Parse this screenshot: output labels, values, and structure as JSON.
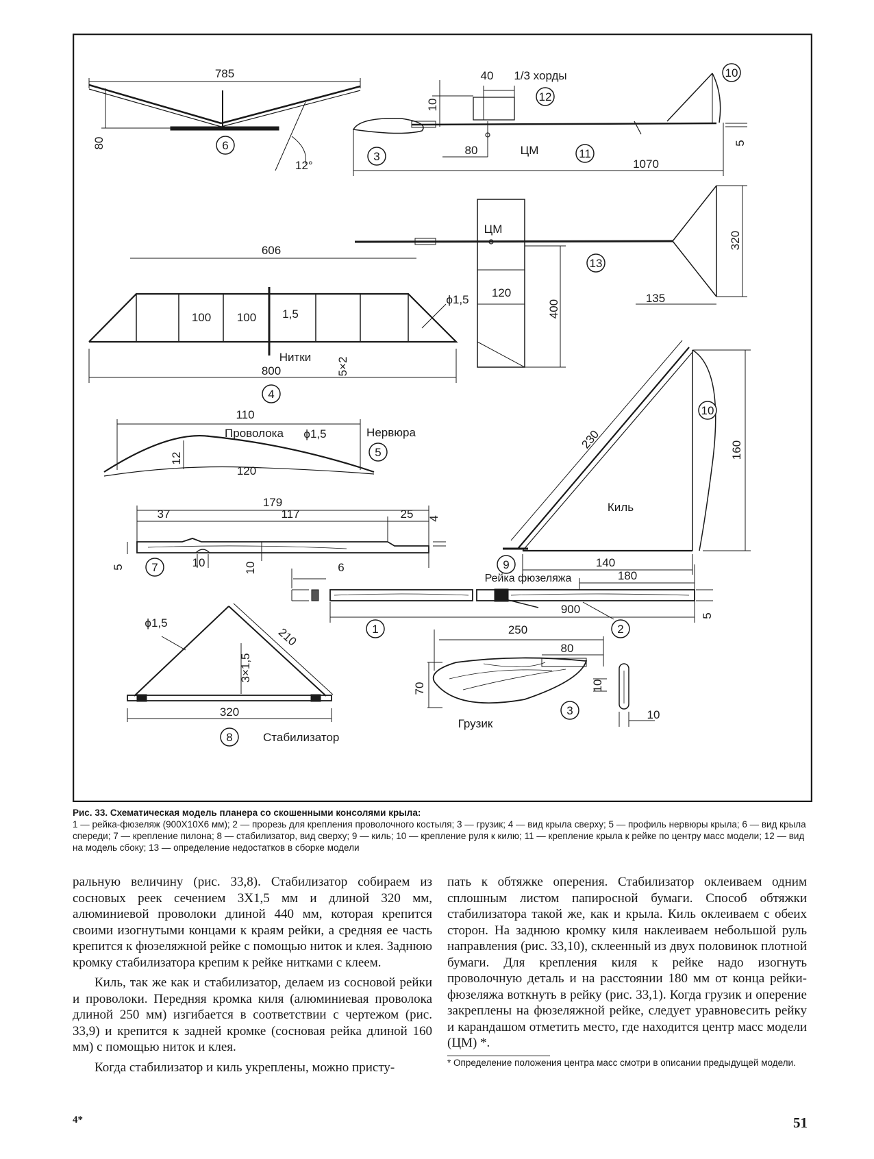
{
  "figure": {
    "top_view_labels": {
      "span": "785",
      "height": "80",
      "angle": "12°",
      "num6": "6"
    },
    "side_view_labels": {
      "d40": "40",
      "third_chord": "1/3 хорды",
      "d10": "10",
      "d80": "80",
      "cm": "ЦМ",
      "len": "1070",
      "d5": "5",
      "n3": "3",
      "n10": "10",
      "n11": "11",
      "n12": "12"
    },
    "cg_view_labels": {
      "cm": "ЦМ",
      "d120": "120",
      "d400": "400",
      "d320": "320",
      "d135": "135",
      "n13": "13"
    },
    "wing_top_labels": {
      "d606": "606",
      "d100a": "100",
      "d100b": "100",
      "d15": "1,5",
      "phi15": "ϕ1,5",
      "threads": "Нитки",
      "d5x2": "5×2",
      "d800": "800",
      "n4": "4"
    },
    "rib_labels": {
      "d110": "110",
      "wire": "Проволока",
      "phi15": "ϕ1,5",
      "rib": "Нервюра",
      "d12": "12",
      "d120": "120",
      "n5": "5"
    },
    "pylon_labels": {
      "d179": "179",
      "d37": "37",
      "d117": "117",
      "d25": "25",
      "d4": "4",
      "d5": "5",
      "d10a": "10",
      "d10b": "10",
      "n7": "7"
    },
    "fin_labels": {
      "d230": "230",
      "d160": "160",
      "keel": "Киль",
      "d140": "140",
      "n9": "9",
      "n10": "10"
    },
    "fuselage_labels": {
      "d6": "6",
      "fus_rail": "Рейка фюзеляжа",
      "d180": "180",
      "d900": "900",
      "d5": "5",
      "n1": "1",
      "n2": "2"
    },
    "stab_labels": {
      "phi15": "ϕ1,5",
      "d210": "210",
      "d3x15": "3×1,5",
      "d320": "320",
      "n8": "8",
      "stab": "Стабилизатор"
    },
    "weight_labels": {
      "d250": "250",
      "d80": "80",
      "d70": "70",
      "d10a": "10",
      "d10b": "10",
      "weight": "Грузик",
      "n3": "3"
    }
  },
  "caption": {
    "title": "Рис. 33. Схематическая модель планера со скошенными консолями крыла:",
    "body": "1 — рейка-фюзеляж (900Х10Х6 мм); 2 — прорезь для крепления проволочного костыля; 3 — грузик; 4 — вид крыла сверху; 5 — профиль нервюры крыла; 6 — вид крыла спереди; 7 — крепление пилона; 8 — стабилизатор, вид сверху; 9 — киль; 10 — крепление руля к килю; 11 — крепление крыла к рейке по центру масс модели; 12 — вид на модель сбоку; 13 — определение недостатков в сборке модели"
  },
  "left_column": {
    "p1": "ральную величину (рис. 33,8). Стабилизатор собираем из сосновых реек сечением 3Х1,5 мм и длиной 320 мм, алюминиевой проволоки длиной 440 мм, которая крепится своими изогнутыми концами к краям рейки, а средняя ее часть крепится к фюзеляжной рейке с помощью ниток и клея. Заднюю кромку стабилизатора крепим к рейке нитками с клеем.",
    "p2": "Киль, так же как и стабилизатор, делаем из сосновой рейки и проволоки. Передняя кромка киля (алюминиевая проволока длиной 250 мм) изгибается в соответствии с чертежом (рис. 33,9) и крепится к задней кромке (сосновая рейка длиной 160 мм) с помощью ниток и клея.",
    "p3": "Когда стабилизатор и киль укреплены, можно присту-"
  },
  "right_column": {
    "p1": "пать к обтяжке оперения. Стабилизатор оклеиваем одним сплошным листом папиросной бумаги. Способ обтяжки стабилизатора такой же, как и крыла. Киль оклеиваем с обеих сторон. На заднюю кромку киля наклеиваем небольшой руль направления (рис. 33,10), склеенный из двух половинок плотной бумаги. Для крепления киля к рейке надо изогнуть проволочную деталь и на расстоянии 180 мм от конца рейки-фюзеляжа воткнуть в рейку (рис. 33,1). Когда грузик и оперение закреплены на фюзеляжной рейке, следует уравновесить рейку и карандашом отметить место, где находится центр масс модели (ЦМ) *.",
    "footnote": "* Определение положения центра масс смотри в описании предыдущей модели."
  },
  "footer": {
    "left_mark": "4*",
    "page_number": "51"
  }
}
